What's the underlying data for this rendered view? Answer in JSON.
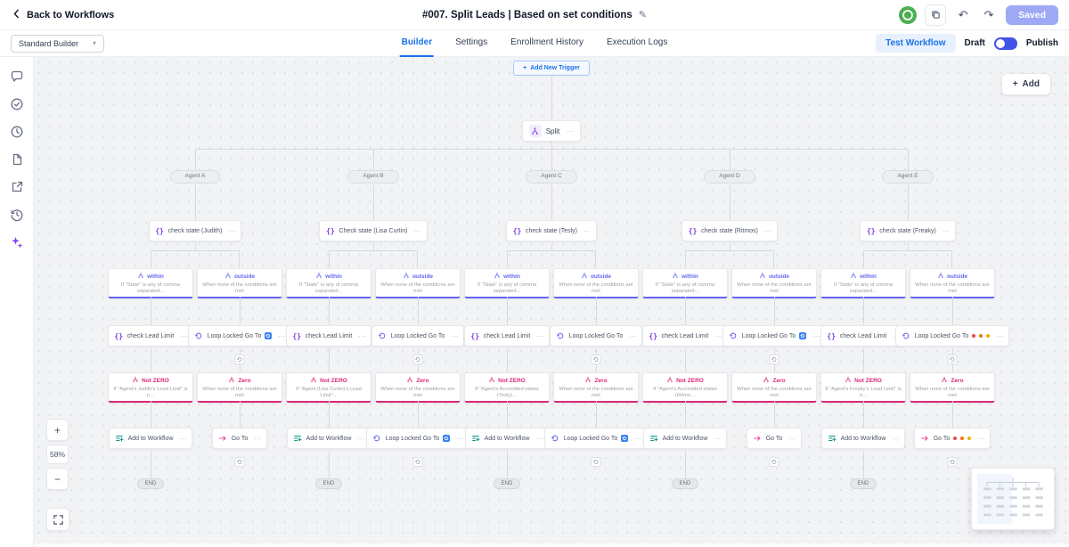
{
  "header": {
    "back_label": "Back to Workflows",
    "title": "#007. Split Leads | Based on set conditions",
    "saved_button": "Saved"
  },
  "toolbar": {
    "builder_mode": "Standard Builder",
    "tabs": [
      "Builder",
      "Settings",
      "Enrollment History",
      "Execution Logs"
    ],
    "active_tab": "Builder",
    "test_workflow_button": "Test Workflow",
    "draft_label": "Draft",
    "publish_label": "Publish"
  },
  "canvas": {
    "add_button_label": "Add",
    "trigger_label": "Add New Trigger",
    "split_node_label": "Split",
    "zoom_level": "58%",
    "end_label": "END"
  },
  "colors": {
    "accent_blue": "#1a73e8",
    "purple": "#7c3aed",
    "condition_indigo": "#6366f1",
    "condition_pink": "#db2777",
    "badge_blue": "#3b82f6",
    "saved_button_bg": "#9da9f4",
    "toggle_blue": "#4353e8",
    "dots": [
      "#ef4444",
      "#f97316",
      "#eab308"
    ]
  },
  "branches": [
    {
      "agent": "Agent A",
      "check_state": "check state (Judith)",
      "within_label": "within",
      "within_sub": "If \"State\" is any of comma separated...",
      "outside_label": "outside",
      "outside_sub": "When none of the conditions are met",
      "check_lead": "check Lead Limit",
      "loop_node": {
        "label": "Loop Locked Go To",
        "badge": "blue"
      },
      "not_zero_label": "Not ZERO",
      "not_zero_sub": "If \"Agent's Judith's Lead Limit\" is n...",
      "zero_label": "Zero",
      "zero_sub": "When none of the conditions are met",
      "action_node": {
        "label": "Add to Workflow"
      },
      "goto_node": {
        "label": "Go To",
        "icon": "goto",
        "badge": null
      }
    },
    {
      "agent": "Agent B",
      "check_state": "Check state (Lisa Curtin)",
      "within_label": "within",
      "within_sub": "If \"State\" is any of comma separated...",
      "outside_label": "outside",
      "outside_sub": "When none of the conditions are met",
      "check_lead": "check Lead Limit",
      "loop_node": {
        "label": "Loop Locked Go To",
        "badge": null
      },
      "not_zero_label": "Not ZERO",
      "not_zero_sub": "If \"Agent (Lisa Curtin)'s Lead Limit\"...",
      "zero_label": "Zero",
      "zero_sub": "When none of the conditions are met",
      "action_node": {
        "label": "Add to Workflow"
      },
      "goto_node": {
        "label": "Loop Locked Go To",
        "icon": "loop",
        "badge": "blue"
      }
    },
    {
      "agent": "Agent C",
      "check_state": "check state (Tesly)",
      "within_label": "within",
      "within_sub": "If \"State\" is any of comma separated...",
      "outside_label": "outside",
      "outside_sub": "When none of the conditions are met",
      "check_lead": "check Lead Limit",
      "loop_node": {
        "label": "Loop Locked Go To",
        "badge": null
      },
      "not_zero_label": "Not ZERO",
      "not_zero_sub": "If \"Agent's Accredited states (Tesly)...",
      "zero_label": "Zero",
      "zero_sub": "When none of the conditions are met",
      "action_node": {
        "label": "Add to Workflow"
      },
      "goto_node": {
        "label": "Loop Locked Go To",
        "icon": "loop",
        "badge": "blue"
      }
    },
    {
      "agent": "Agent D",
      "check_state": "check state (Ritmos)",
      "within_label": "within",
      "within_sub": "If \"State\" is any of comma separated...",
      "outside_label": "outside",
      "outside_sub": "When none of the conditions are met",
      "check_lead": "check Lead Limit",
      "loop_node": {
        "label": "Loop Locked Go To",
        "badge": "blue"
      },
      "not_zero_label": "Not ZERO",
      "not_zero_sub": "If \"Agent's Accredited states (Ritmo...",
      "zero_label": "Zero",
      "zero_sub": "When none of the conditions are met",
      "action_node": {
        "label": "Add to Workflow"
      },
      "goto_node": {
        "label": "Go To",
        "icon": "goto",
        "badge": null
      }
    },
    {
      "agent": "Agent E",
      "check_state": "check state (Freaky)",
      "within_label": "within",
      "within_sub": "If \"State\" is any of comma separated...",
      "outside_label": "outside",
      "outside_sub": "When none of the conditions are met",
      "check_lead": "check Lead Limit",
      "loop_node": {
        "label": "Loop Locked Go To",
        "badge": "dots"
      },
      "not_zero_label": "Not ZERO",
      "not_zero_sub": "If \"Agent's Freaky's Lead Limit\" is n...",
      "zero_label": "Zero",
      "zero_sub": "When none of the conditions are met",
      "action_node": {
        "label": "Add to Workflow"
      },
      "goto_node": {
        "label": "Go To",
        "icon": "goto",
        "badge": "dots"
      }
    }
  ]
}
